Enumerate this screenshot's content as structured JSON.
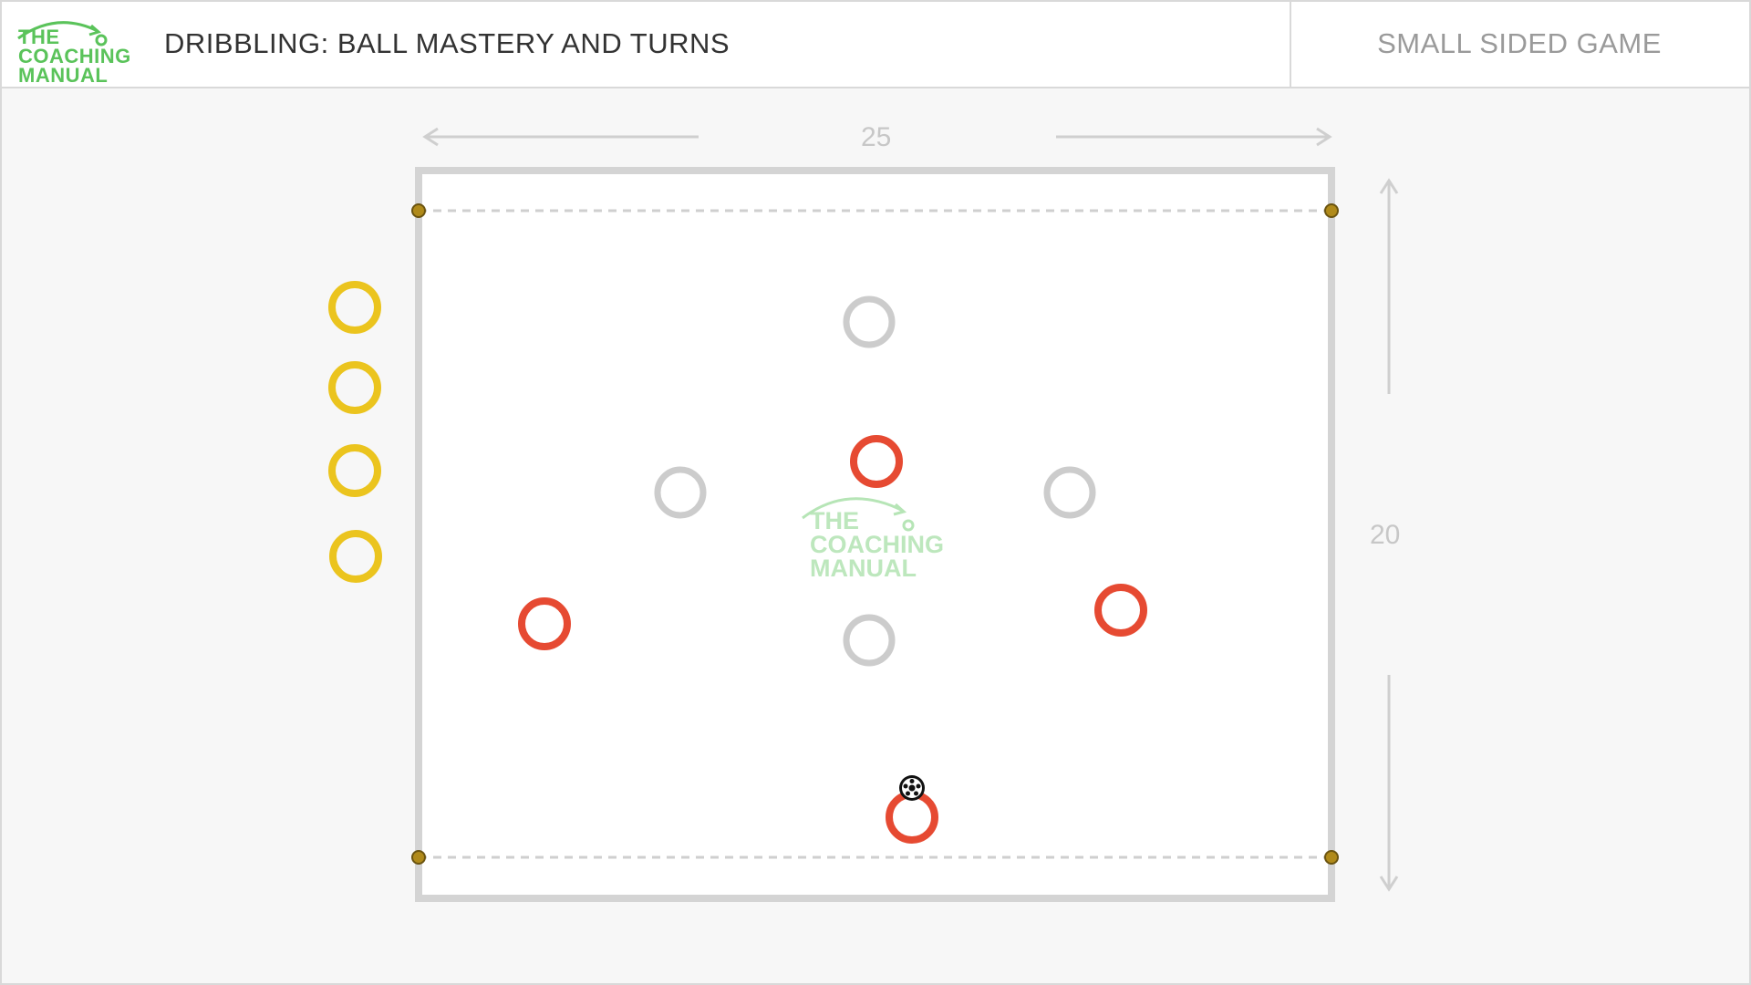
{
  "header": {
    "logo": {
      "line1": "THE",
      "line2": "COACHING",
      "line3": "MANUAL"
    },
    "title": "DRIBBLING: BALL MASTERY AND TURNS",
    "category": "SMALL SIDED GAME"
  },
  "pitch": {
    "width_label": "25",
    "height_label": "20",
    "watermark": {
      "line1": "THE",
      "line2": "COACHING",
      "line3": "MANUAL"
    }
  },
  "colors": {
    "brand_green": "#5ac35a",
    "red_player": "#e64a32",
    "yellow_player": "#ebc41e",
    "grey_cone": "#cccccc",
    "pitch_line": "#d4d4d4"
  },
  "icons": {
    "ball": "soccer-ball-icon",
    "logo_arrow": "curved-arrow-icon"
  }
}
